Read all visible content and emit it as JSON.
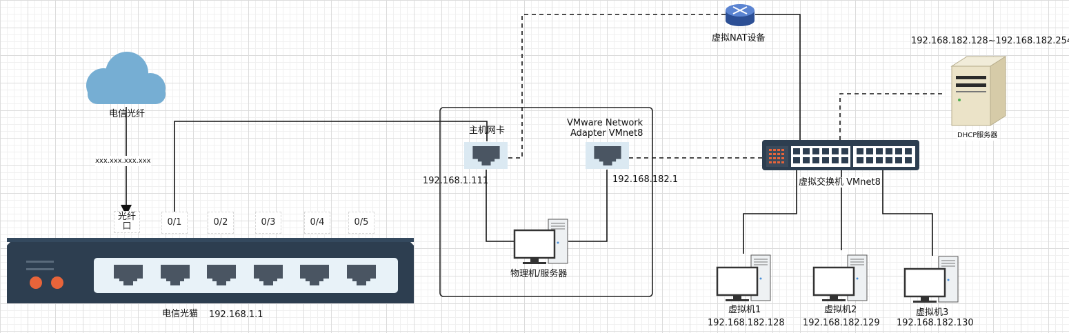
{
  "cloud": {
    "label": "电信光纤",
    "ip_placeholder": "xxx.xxx.xxx.xxx"
  },
  "modem": {
    "label": "电信光猫",
    "ip": "192.168.1.1",
    "ports": [
      "光纤\n口",
      "0/1",
      "0/2",
      "0/3",
      "0/4",
      "0/5"
    ]
  },
  "host_box": {
    "nic_label": "主机网卡",
    "nic_ip": "192.168.1.111",
    "vmnet8_label_line1": "VMware Network",
    "vmnet8_label_line2": "Adapter VMnet8",
    "vmnet8_ip": "192.168.182.1",
    "pc_label": "物理机/服务器"
  },
  "nat": {
    "label": "虚拟NAT设备"
  },
  "dhcp": {
    "label": "DHCP服务器",
    "range": "192.168.182.128~192.168.182.254"
  },
  "switch": {
    "label": "虚拟交换机 VMnet8"
  },
  "vms": [
    {
      "name": "虚拟机1",
      "ip": "192.168.182.128"
    },
    {
      "name": "虚拟机2",
      "ip": "192.168.182.129"
    },
    {
      "name": "虚拟机3",
      "ip": "192.168.182.130"
    }
  ],
  "colors": {
    "modem_body": "#2d3e50",
    "modem_panel": "#e8f2f8",
    "port": "#4a5562",
    "cloud": "#76aed3",
    "nat_router": "#3b63b5",
    "led_orange": "#e8643a"
  }
}
